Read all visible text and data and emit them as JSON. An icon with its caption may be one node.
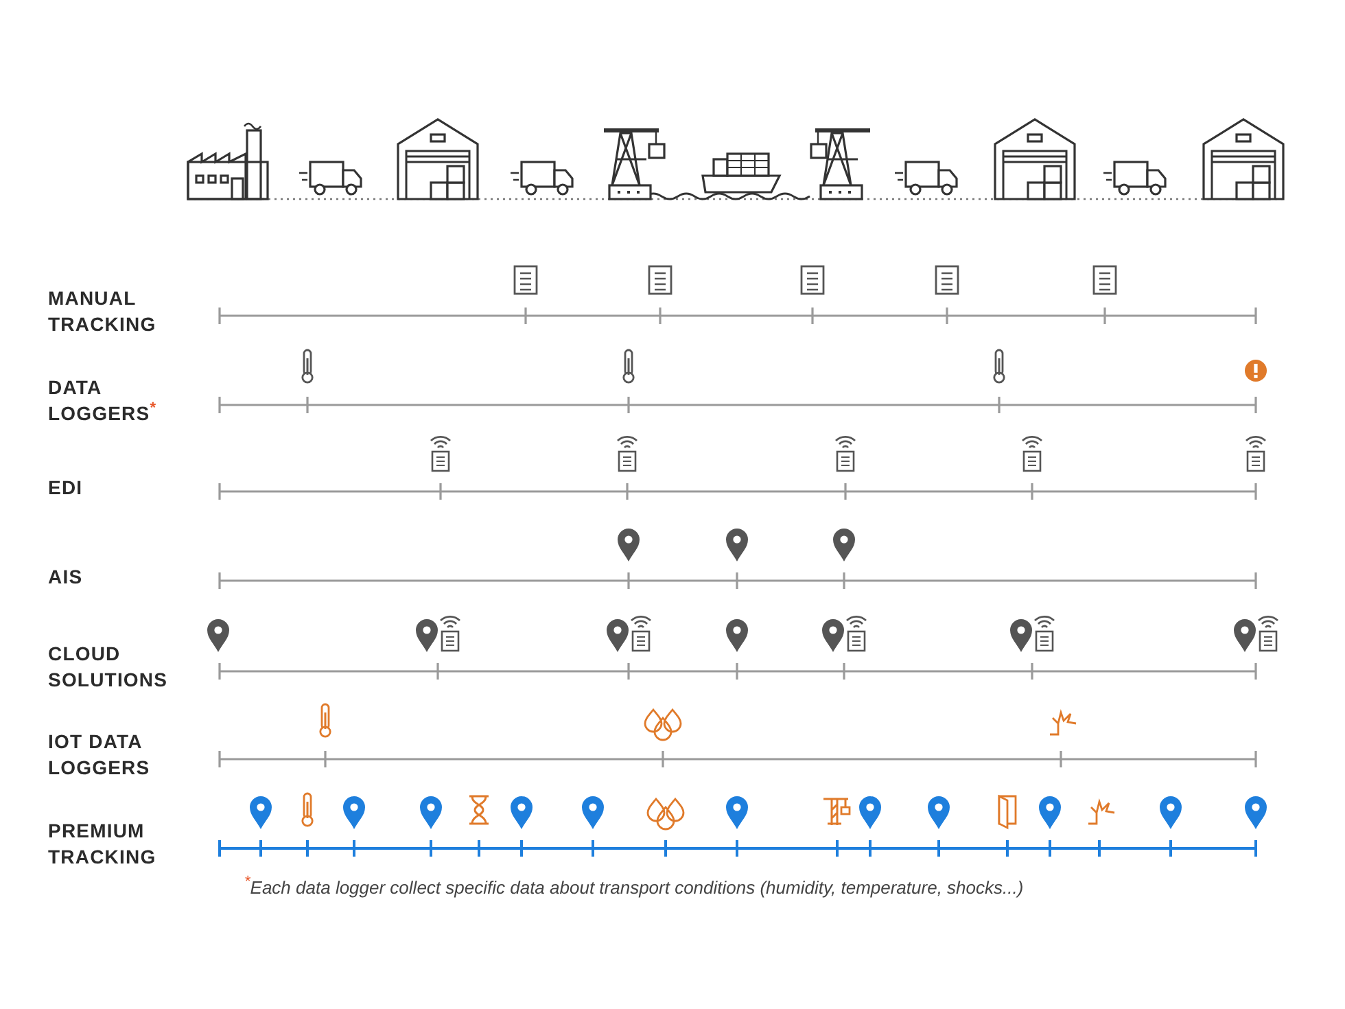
{
  "diagram": {
    "labels": [
      "MANUAL TRACKING",
      "DATA LOGGERS$^{*}$",
      "EDI",
      "AIS",
      "CLOUD SOLUTIONS",
      "IOT DATA LOGGERS",
      "PREMIUM TRACKING"
    ],
    "caption": "$^{*}$Each data logger collect specific data about transport conditions (humidity, temperature, shocks...)"
  }
}
